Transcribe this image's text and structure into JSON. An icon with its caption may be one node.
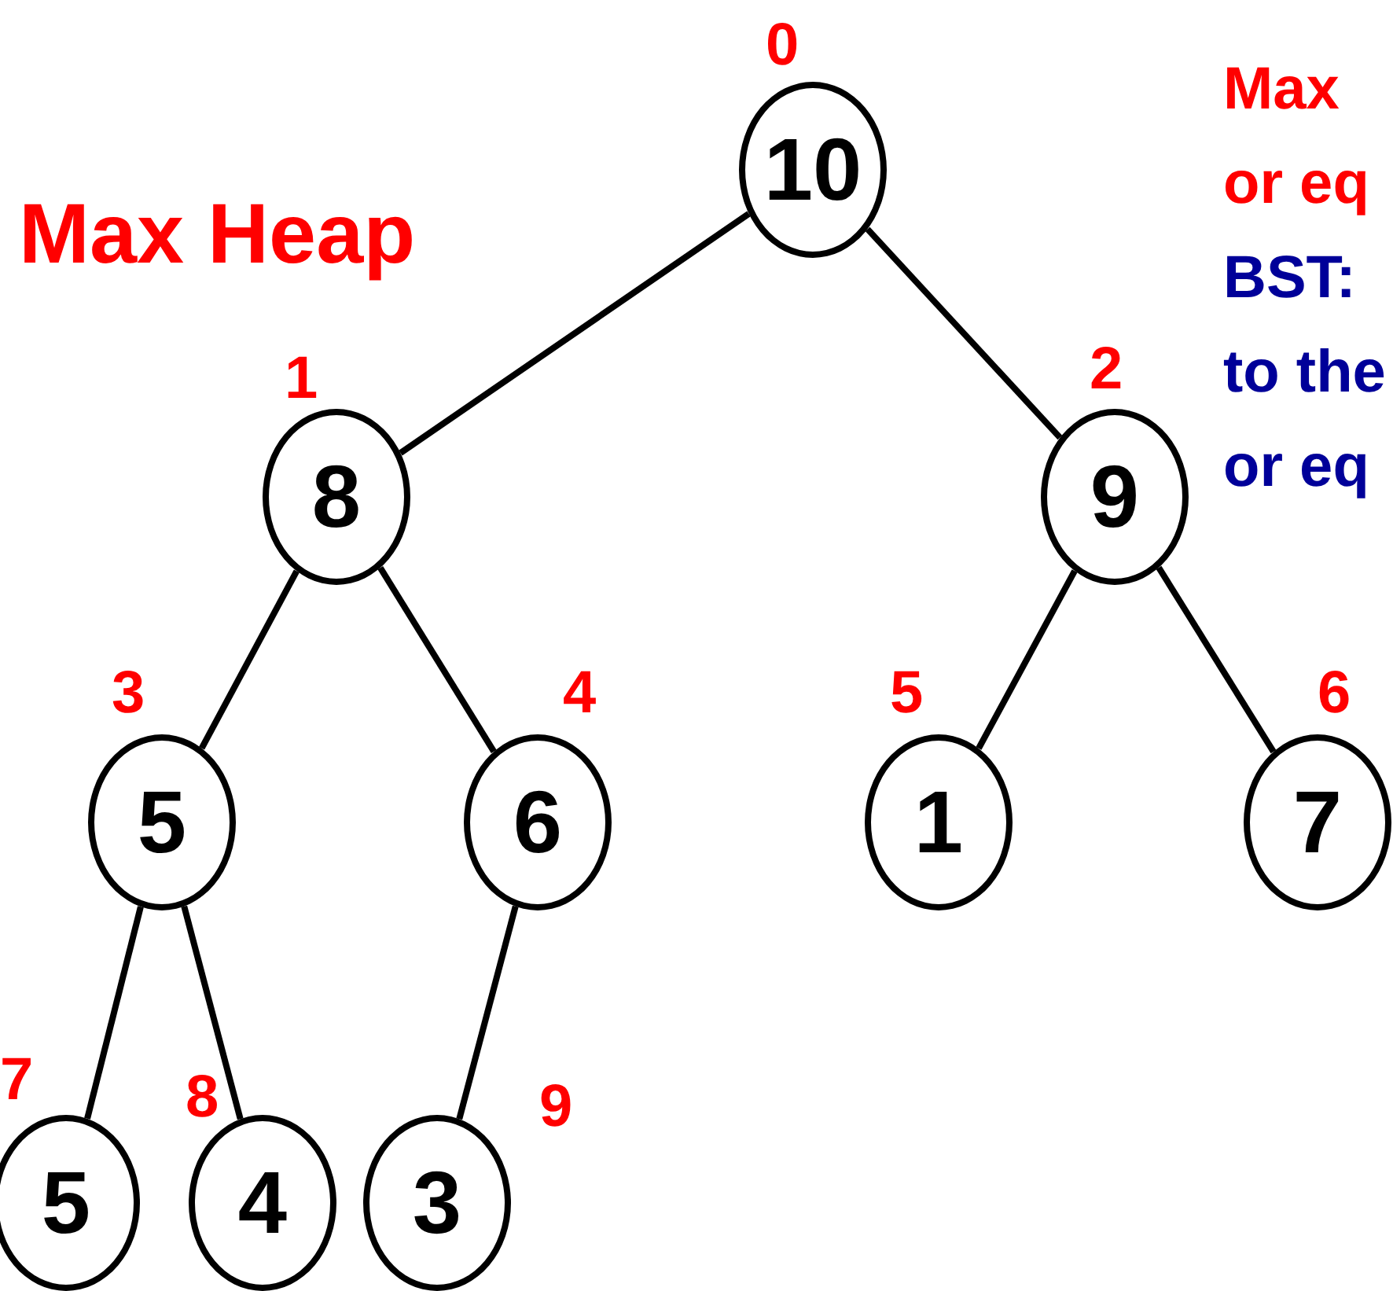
{
  "diagram": {
    "title": "Max Heap",
    "nodes": [
      {
        "text": [
          "10"
        ],
        "beside": [
          "0"
        ]
      },
      {
        "text": [
          "8"
        ],
        "beside": [
          "1"
        ]
      },
      {
        "text": [
          "9"
        ],
        "beside": [
          "2"
        ]
      },
      {
        "text": [
          "5"
        ],
        "beside": [
          "3"
        ]
      },
      {
        "text": [
          "6"
        ],
        "beside": [
          "4"
        ]
      },
      {
        "text": [
          "1"
        ],
        "beside": [
          "5"
        ]
      },
      {
        "text": [
          "7"
        ],
        "beside": [
          "6"
        ]
      },
      {
        "text": [
          "5"
        ],
        "beside": [
          "7"
        ]
      },
      {
        "text": [
          "4"
        ],
        "beside": [
          "8"
        ]
      },
      {
        "text": [
          "3"
        ],
        "beside": [
          "9"
        ]
      }
    ],
    "edges": [
      {
        "from": 0,
        "to": 1,
        "arrow": "none"
      },
      {
        "from": 0,
        "to": 2,
        "arrow": "none"
      },
      {
        "from": 1,
        "to": 3,
        "arrow": "none"
      },
      {
        "from": 1,
        "to": 4,
        "arrow": "none"
      },
      {
        "from": 2,
        "to": 5,
        "arrow": "none"
      },
      {
        "from": 2,
        "to": 6,
        "arrow": "none"
      },
      {
        "from": 3,
        "to": 7,
        "arrow": "none"
      },
      {
        "from": 3,
        "to": 8,
        "arrow": "none"
      },
      {
        "from": 4,
        "to": 9,
        "arrow": "none"
      }
    ],
    "labels": [
      "Max",
      "or eq",
      "BST:",
      "to the",
      "or eq"
    ]
  }
}
